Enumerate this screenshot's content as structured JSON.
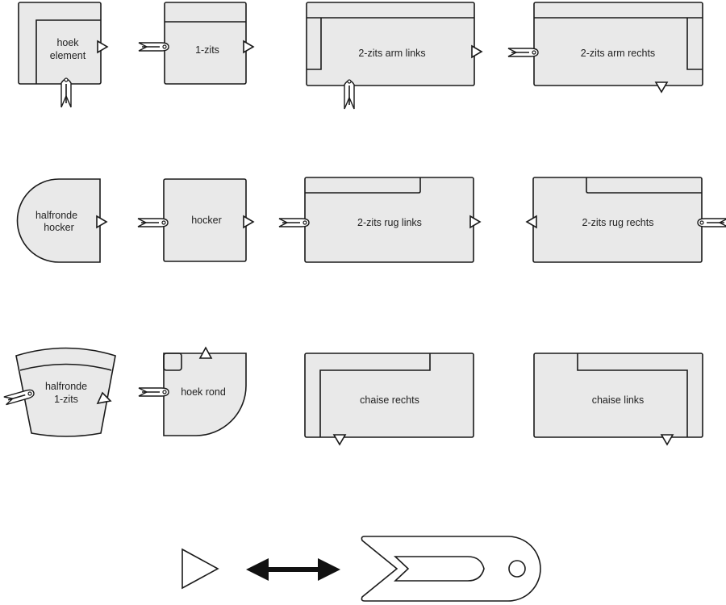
{
  "modules": {
    "hoek_element": {
      "line1": "hoek",
      "line2": "element"
    },
    "een_zits": {
      "label": "1-zits"
    },
    "twee_zits_arm_links": {
      "label": "2-zits arm links"
    },
    "twee_zits_arm_rechts": {
      "label": "2-zits arm rechts"
    },
    "halfronde_hocker": {
      "line1": "halfronde",
      "line2": "hocker"
    },
    "hocker": {
      "label": "hocker"
    },
    "twee_zits_rug_links": {
      "label": "2-zits rug links"
    },
    "twee_zits_rug_rechts": {
      "label": "2-zits rug rechts"
    },
    "halfronde_een_zits": {
      "line1": "halfronde",
      "line2": "1-zits"
    },
    "hoek_rond": {
      "label": "hoek rond"
    },
    "chaise_rechts": {
      "label": "chaise rechts"
    },
    "chaise_links": {
      "label": "chaise links"
    }
  },
  "colors": {
    "fill": "#e9e9e9",
    "stroke": "#1a1a1a",
    "background": "#ffffff"
  }
}
